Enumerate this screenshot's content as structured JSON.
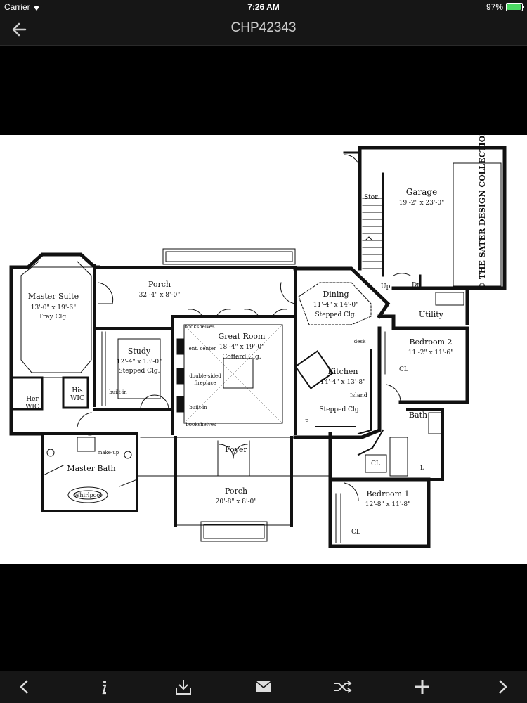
{
  "status": {
    "carrier": "Carrier",
    "time": "7:26 AM",
    "battery": "97%",
    "battery_level": 0.97
  },
  "nav": {
    "title": "CHP42343"
  },
  "plan": {
    "copyright": "© THE SATER DESIGN COLLECTION, INC.",
    "rooms": {
      "garage": {
        "name": "Garage",
        "dims": "19'-2\" x 23'-0\""
      },
      "stor": "Stor.",
      "up": "Up",
      "dn": "Dn",
      "utility": "Utility",
      "master_suite": {
        "name": "Master Suite",
        "dims": "13'-0\" x 19'-6\"",
        "note": "Tray Clg."
      },
      "porch_rear": {
        "name": "Porch",
        "dims": "32'-4\" x 8'-0\""
      },
      "dining": {
        "name": "Dining",
        "dims": "11'-4\" x 14'-0\"",
        "note": "Stepped Clg."
      },
      "bedroom2": {
        "name": "Bedroom 2",
        "dims": "11'-2\" x 11'-6\""
      },
      "study": {
        "name": "Study",
        "dims": "12'-4\" x 13'-0\"",
        "note": "Stepped Clg."
      },
      "great_room": {
        "name": "Great Room",
        "dims": "18'-4\" x 19'-0\"",
        "note": "Cofferd Clg."
      },
      "kitchen": {
        "name": "Kitchen",
        "dims": "14'-4\" x 13'-8\"",
        "island": "Island",
        "note": "Stepped Clg."
      },
      "her_wic": "Her\nWIC",
      "his_wic": "His\nWIC",
      "master_bath": "Master Bath",
      "whirlpool": "Whirlpool",
      "foyer": "Foyer",
      "porch_front": {
        "name": "Porch",
        "dims": "20'-8\" x 8'-0\""
      },
      "bath": "Bath",
      "bedroom1": {
        "name": "Bedroom 1",
        "dims": "12'-8\" x 11'-8\""
      }
    },
    "labels": {
      "bookshelves_top": "bookshelves",
      "ent_center": "ent. center",
      "double_sided": "double-sided",
      "fireplace": "fireplace",
      "built_in_gr": "built-in",
      "bookshelves_bottom": "bookshelves",
      "built_in_study": "built-in",
      "desk": "desk",
      "make_up": "make-up",
      "l1": "L",
      "l2": "L",
      "p": "P",
      "cl_bed2": "CL",
      "cl_hall": "CL",
      "cl_bed1": "CL"
    }
  },
  "toolbar": {
    "icons": [
      "chevron-left-icon",
      "info-icon",
      "download-icon",
      "mail-icon",
      "shuffle-icon",
      "plus-icon",
      "chevron-right-icon"
    ]
  }
}
